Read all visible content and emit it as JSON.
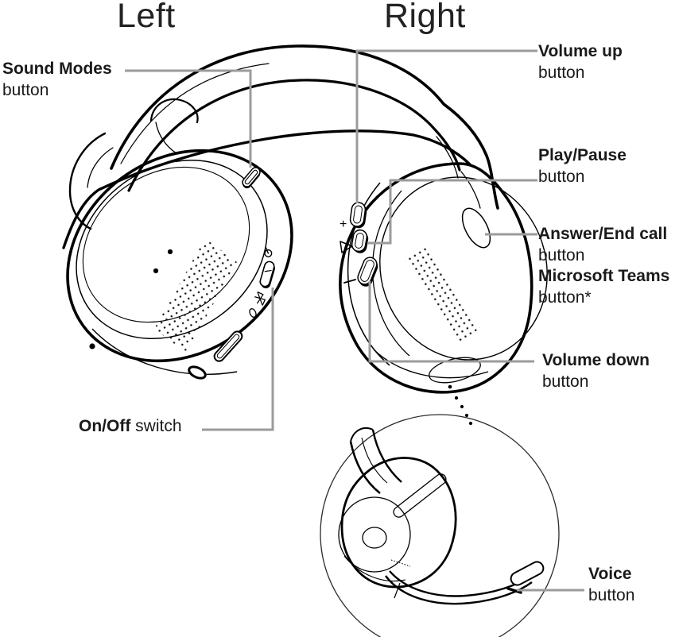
{
  "titles": {
    "left": "Left",
    "right": "Right"
  },
  "labels": {
    "sound_modes": {
      "bold": "Sound Modes",
      "normal": "button"
    },
    "volume_up": {
      "bold": "Volume up",
      "normal": "button"
    },
    "play_pause": {
      "bold": "Play/Pause",
      "normal": "button"
    },
    "answer_end": {
      "bold": "Answer/End call",
      "normal": "button"
    },
    "teams": {
      "bold": "Microsoft Teams",
      "normal": "button*"
    },
    "volume_down": {
      "bold": "Volume down",
      "normal": "button"
    },
    "on_off": {
      "bold": "On/Off",
      "normal": " switch"
    },
    "voice": {
      "bold": "Voice",
      "normal": "button"
    }
  },
  "glyphs": {
    "plus": "+",
    "minus": "−",
    "play_triangle": "play-triangle-icon",
    "power": "power-icon",
    "bluetooth": "bluetooth-icon",
    "battery": "battery-indicator-icon"
  },
  "colors": {
    "line": "#000000",
    "leader": "#9b9b9b",
    "text": "#1a1a1a"
  }
}
